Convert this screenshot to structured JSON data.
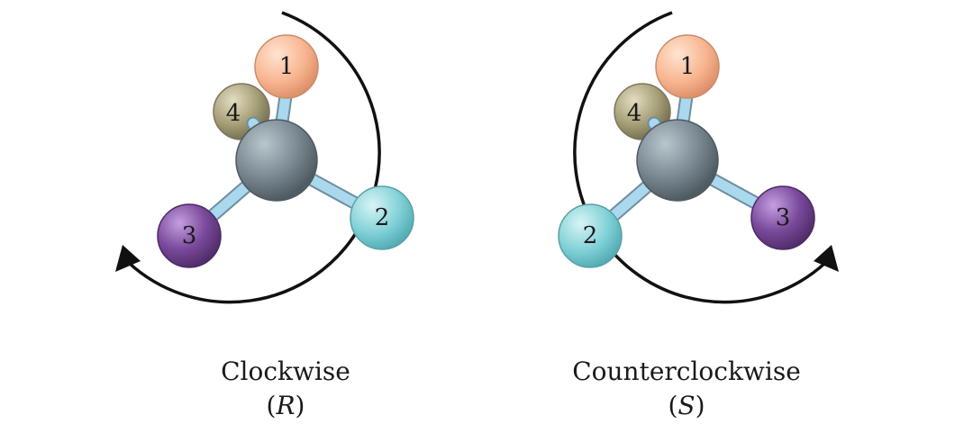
{
  "diagrams": [
    {
      "id": "clockwise",
      "caption": "Clockwise",
      "config_label": "R",
      "atoms": [
        {
          "label": "1",
          "color": "#f7b58f"
        },
        {
          "label": "2",
          "color": "#7fd0d6"
        },
        {
          "label": "3",
          "color": "#7a4a9c"
        },
        {
          "label": "4",
          "color": "#a39c74"
        }
      ]
    },
    {
      "id": "counterclockwise",
      "caption": "Counterclockwise",
      "config_label": "S",
      "atoms": [
        {
          "label": "1",
          "color": "#f7b58f"
        },
        {
          "label": "2",
          "color": "#7fd0d6"
        },
        {
          "label": "3",
          "color": "#7a4a9c"
        },
        {
          "label": "4",
          "color": "#a39c74"
        }
      ]
    }
  ],
  "colors": {
    "central_atom": "#7e8d96",
    "bond": "#a9d8ef",
    "arrow": "#111111"
  }
}
